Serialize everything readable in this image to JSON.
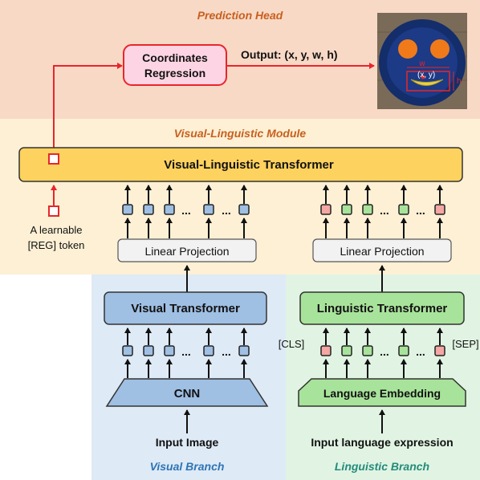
{
  "sections": {
    "prediction_head": "Prediction Head",
    "vl_module": "Visual-Linguistic Module",
    "visual_branch": "Visual Branch",
    "linguistic_branch": "Linguistic Branch"
  },
  "blocks": {
    "coord_regression_line1": "Coordinates",
    "coord_regression_line2": "Regression",
    "output": "Output: (x, y, w, h)",
    "vl_transformer": "Visual-Linguistic Transformer",
    "reg_token_line1": "A learnable",
    "reg_token_line2": "[REG] token",
    "linear_projection_visual": "Linear Projection",
    "linear_projection_linguistic": "Linear Projection",
    "visual_transformer": "Visual Transformer",
    "linguistic_transformer": "Linguistic Transformer",
    "cnn": "CNN",
    "language_embedding": "Language Embedding",
    "input_image": "Input Image",
    "input_language": "Input language expression",
    "cls": "[CLS]",
    "sep": "[SEP]",
    "ellipsis": "..."
  },
  "image_annotations": {
    "w": "w",
    "h": "h",
    "xy": "(x, y)"
  },
  "colors": {
    "prediction_bg": "#f8d9c6",
    "vl_bg": "#fdf0d5",
    "visual_bg": "#deeaf6",
    "linguistic_bg": "#e1f4e3",
    "vl_box": "#fdd25e",
    "visual_box": "#9fbfe3",
    "linguistic_box": "#a8e39b",
    "regression_box": "#fdd4e3",
    "red": "#e8262b",
    "section_title": "#c8601e",
    "visual_title": "#2e74b5",
    "linguistic_title": "#238b7b"
  }
}
